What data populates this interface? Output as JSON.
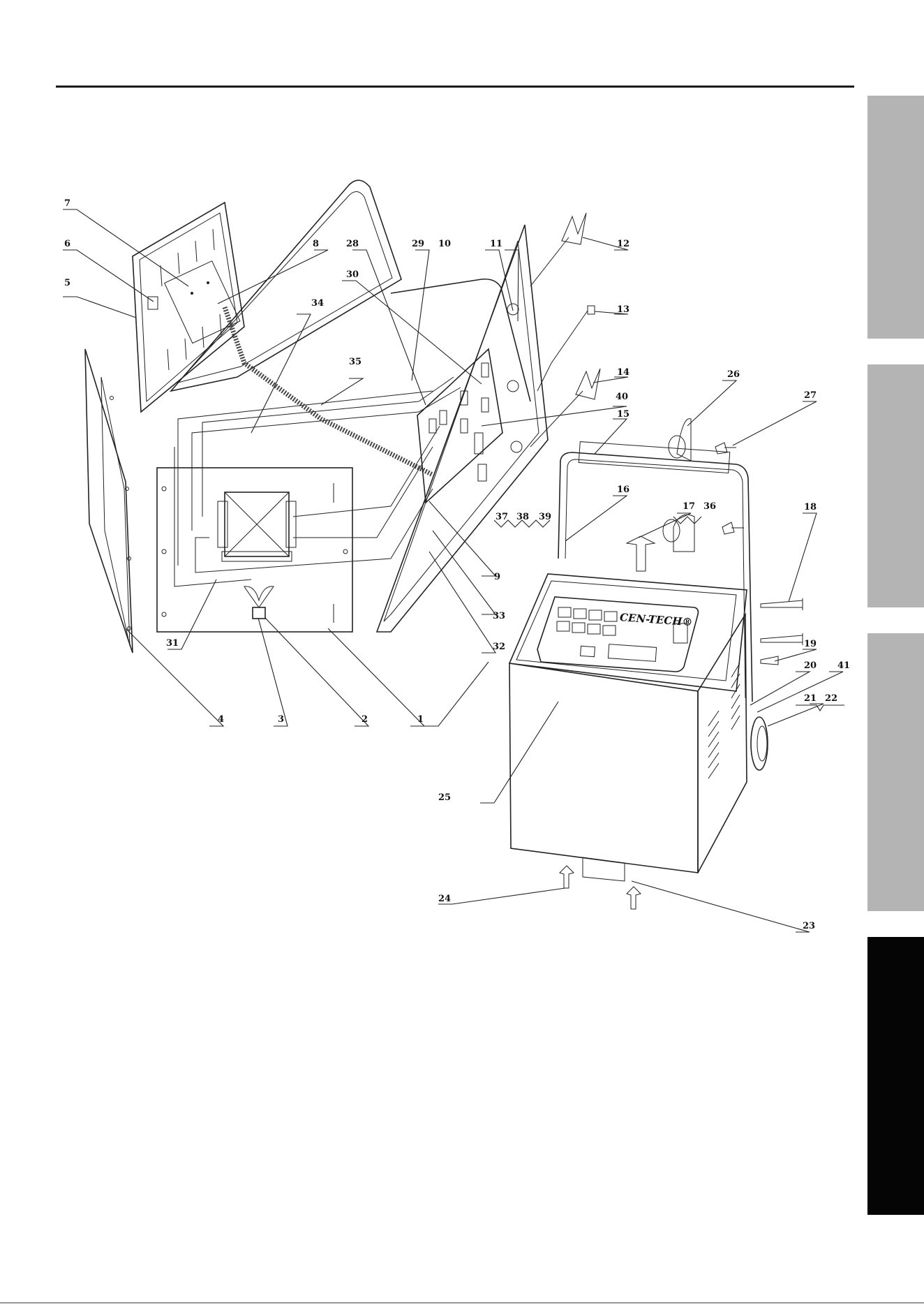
{
  "brand": "CEN-TECH®",
  "footer": "",
  "part_labels": [
    "1",
    "2",
    "3",
    "4",
    "5",
    "6",
    "7",
    "8",
    "9",
    "10",
    "11",
    "12",
    "13",
    "14",
    "15",
    "16",
    "17",
    "18",
    "19",
    "20",
    "21",
    "22",
    "23",
    "24",
    "25",
    "26",
    "27",
    "28",
    "29",
    "30",
    "31",
    "32",
    "33",
    "34",
    "35",
    "36",
    "37",
    "38",
    "39",
    "40",
    "41"
  ],
  "colors": {
    "side_tab": "#b4b4b4",
    "active_tab": "#050505",
    "line": "#222222"
  }
}
